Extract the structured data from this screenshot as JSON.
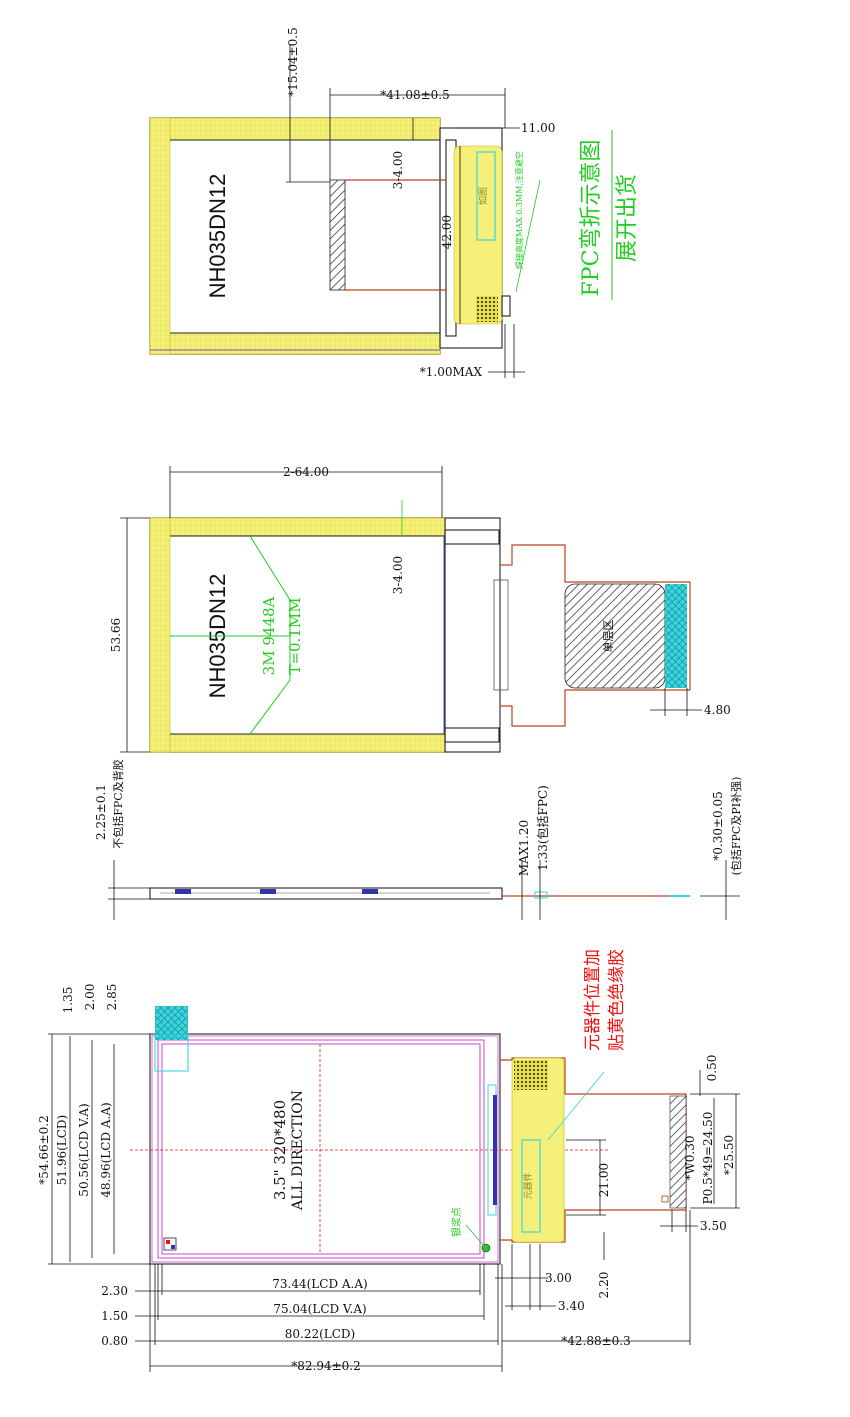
{
  "model": "NH035DN12",
  "colors": {
    "yellow": "#f4f07a",
    "fpc": "#b5461d",
    "green": "#22cc22",
    "red": "#ee1111",
    "cyan": "#39d6e0",
    "magenta": "#cc44cc",
    "line": "#111111"
  },
  "fold_view": {
    "dim_15": "*15.04±0.5",
    "dim_41": "*41.08±0.5",
    "dim_11": "11.00",
    "dim_3_4": "3-4.00",
    "dim_42": "42.00",
    "dim_1max": "*1.00MAX",
    "stiffener_note": "焊接高度MAX 0.3MM,注意避空",
    "folded_label": "如图",
    "note_fpc_bend": "FPC弯折示意图",
    "note_ship": "展开出货"
  },
  "front_view": {
    "dim_2_64": "2-64.00",
    "dim_53_66": "53.66",
    "dim_3_4": "3-4.00",
    "tape_name": "3M 9448A",
    "tape_thickness": "T=0.1MM",
    "single_layer": "单层区",
    "dim_4_80": "4.80"
  },
  "side_view": {
    "dim_2_25": "2.25±0.1",
    "note_excl": "不包括FPC及背胶",
    "dim_max120": "MAX1.20",
    "dim_133": "1.33(包括FPC)",
    "dim_030": "*0.30±0.05",
    "note_030": "(包括FPC及PI补强)"
  },
  "bottom_view": {
    "d_135": "1.35",
    "d_200": "2.00",
    "d_285": "2.85",
    "d_5466": "*54.66±0.2",
    "d_5196": "51.96(LCD)",
    "d_5056": "50.56(LCD V.A)",
    "d_4896": "48.96(LCD A.A)",
    "size": "3.5\" 320*480",
    "direction": "ALL DIRECTION",
    "note_comp": "元器件位置加",
    "note_tape": "贴黄色绝缘胶",
    "d_w030": "*W0.30",
    "d_pitch": "P0.5*49=24.50",
    "d_2550": "*25.50",
    "d_050": "0.50",
    "d_2100": "21.00",
    "d_350": "3.50",
    "d_220": "2.20",
    "d_300": "3.00",
    "d_340": "3.40",
    "d_230": "2.30",
    "d_7344": "73.44(LCD A.A)",
    "d_150": "1.50",
    "d_7504": "75.04(LCD V.A)",
    "d_080": "0.80",
    "d_8022": "80.22(LCD)",
    "d_4288": "*42.88±0.3",
    "d_8294": "*82.94±0.2",
    "silver_point": "银浆点",
    "fpc_label": "元器件"
  }
}
